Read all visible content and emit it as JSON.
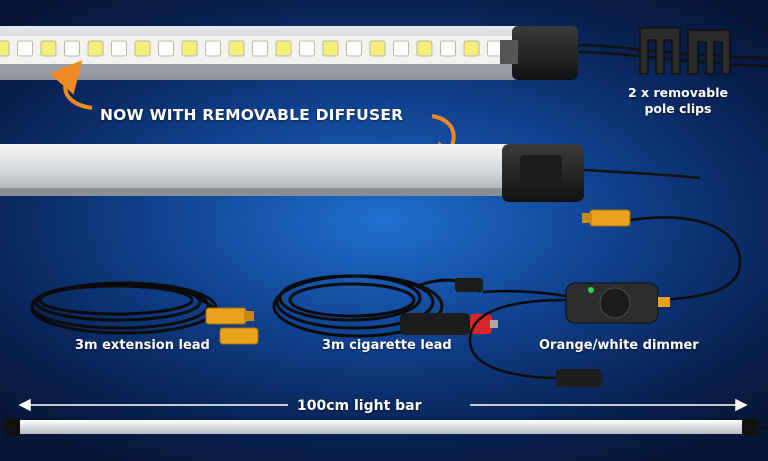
{
  "headline": "NOW WITH REMOVABLE DIFFUSER",
  "pole_clips": {
    "line1": "2 x removable",
    "line2": "pole clips"
  },
  "labels": {
    "extension_lead": "3m extension lead",
    "cigarette_lead": "3m cigarette lead",
    "dimmer": "Orange/white dimmer",
    "light_bar": "100cm light bar"
  },
  "colors": {
    "accent_orange": "#f08a24",
    "background_blue": "#1556b0",
    "led_yellow": "#f5f07a",
    "connector_yellow": "#e8a21c",
    "plug_red": "#d8262b"
  }
}
